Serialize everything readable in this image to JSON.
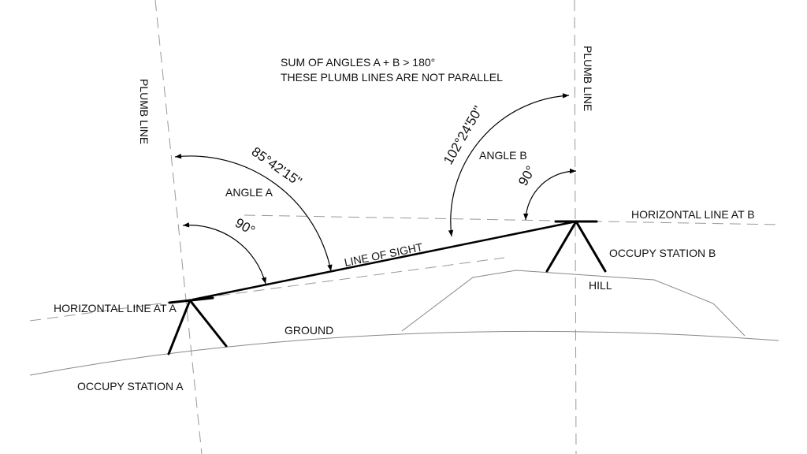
{
  "notes": {
    "line1": "SUM OF ANGLES A + B > 180°",
    "line2": "THESE PLUMB LINES ARE NOT PARALLEL"
  },
  "labels": {
    "plumb_line_a": "PLUMB LINE",
    "plumb_line_b": "PLUMB LINE",
    "angle_a_value": "85°42'15\"",
    "angle_a": "ANGLE A",
    "right_angle_a": "90°",
    "line_of_sight": "LINE OF SIGHT",
    "angle_b_value": "102°24'50\"",
    "angle_b": "ANGLE B",
    "right_angle_b": "90°",
    "horizontal_line_b": "HORIZONTAL LINE AT B",
    "occupy_station_b": "OCCUPY STATION B",
    "hill": "HILL",
    "horizontal_line_a": "HORIZONTAL LINE AT A",
    "ground": "GROUND",
    "occupy_station_a": "OCCUPY STATION A"
  }
}
